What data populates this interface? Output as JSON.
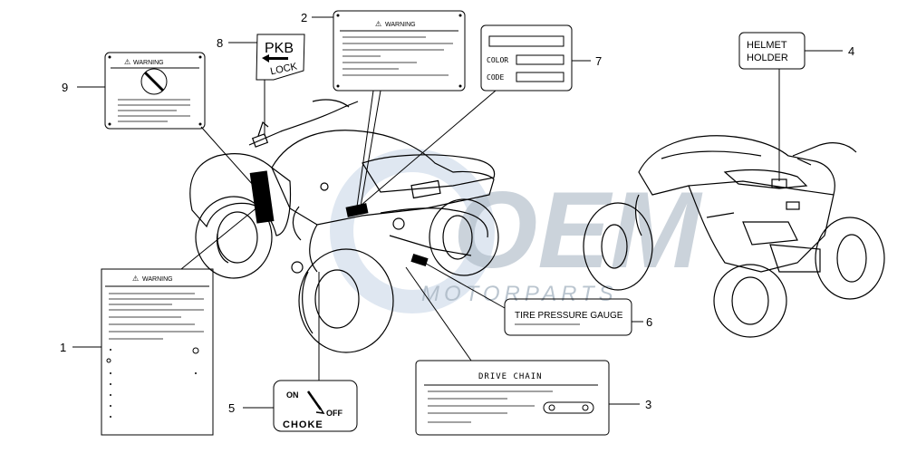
{
  "callouts": {
    "n1": "1",
    "n2": "2",
    "n3": "3",
    "n4": "4",
    "n5": "5",
    "n6": "6",
    "n7": "7",
    "n8": "8",
    "n9": "9"
  },
  "labels": {
    "warning": "WARNING",
    "pkb": "PKB",
    "lock": "LOCK",
    "color": "COLOR",
    "code": "CODE",
    "helmet": "HELMET",
    "holder": "HOLDER",
    "tire_pressure_gauge": "TIRE PRESSURE GAUGE",
    "drive_chain": "DRIVE CHAIN",
    "choke_on": "ON",
    "choke_off": "OFF",
    "choke": "CHOKE"
  },
  "watermark": {
    "brand": "OEM",
    "sub": "MOTORPARTS"
  }
}
